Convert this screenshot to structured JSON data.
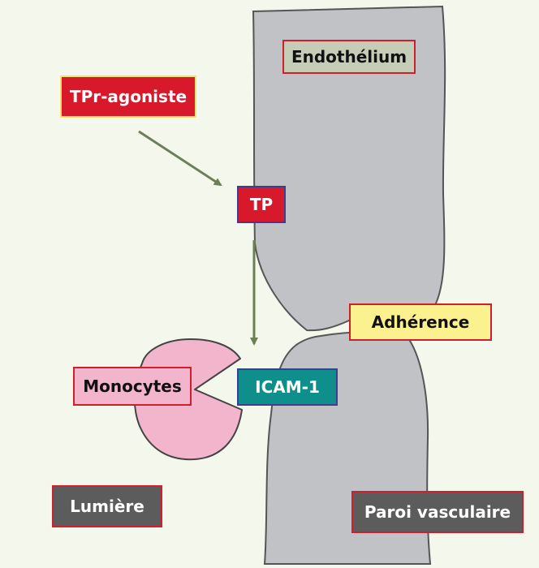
{
  "labels": {
    "endothelium": "Endothélium",
    "tpr_agonist": "TPr-agoniste",
    "tp": "TP",
    "adherence": "Adhérence",
    "monocytes": "Monocytes",
    "icam1": "ICAM-1",
    "lumen": "Lumière",
    "vessel_wall": "Paroi vasculaire"
  },
  "colors": {
    "background": "#f4f7ec",
    "cell": "#c0c2c6",
    "monocyte": "#f2b5cc",
    "arrow": "#6d8055",
    "red": "#d8192b",
    "yellow": "#fbf18e",
    "teal": "#0f8f8c",
    "gray_label": "#5c5c5c"
  }
}
